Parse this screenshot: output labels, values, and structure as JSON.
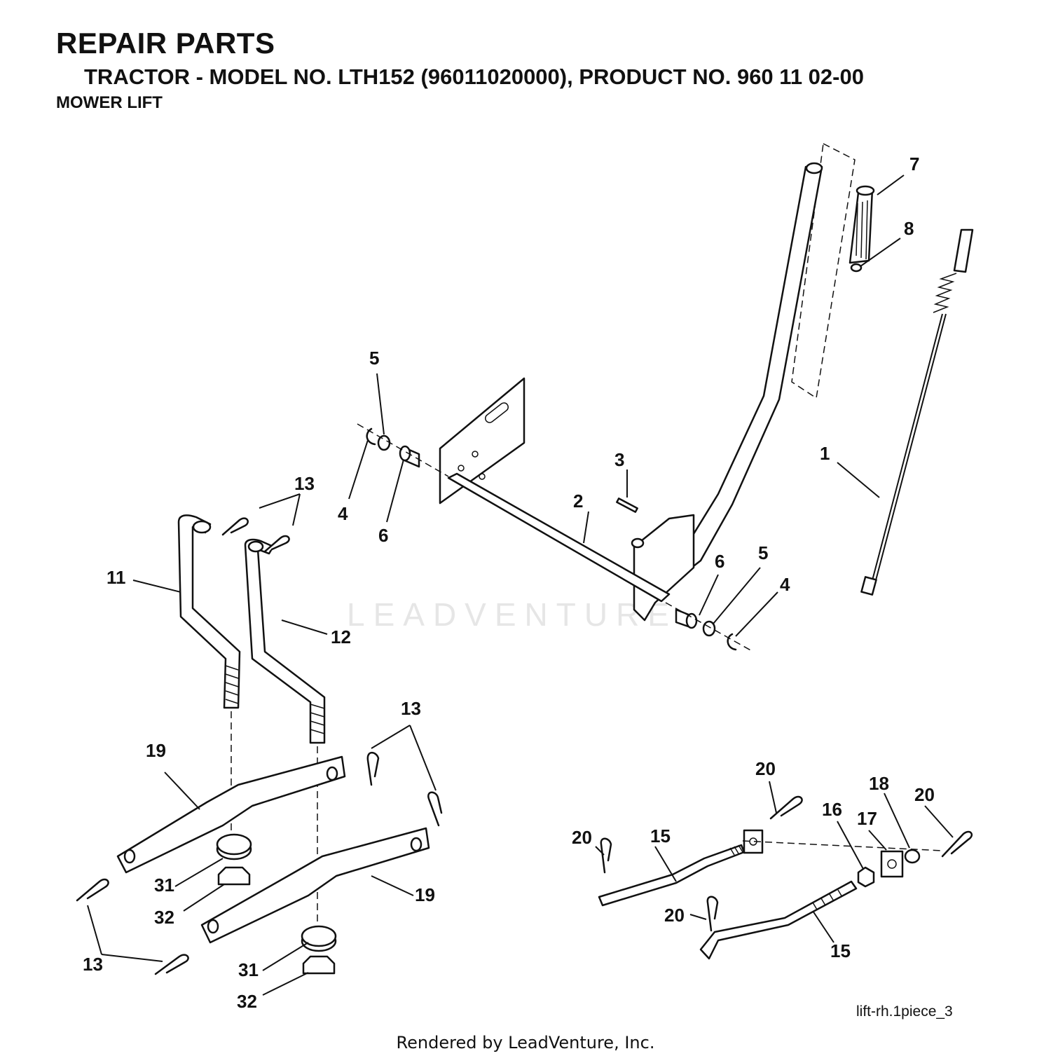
{
  "header": {
    "title": "REPAIR PARTS",
    "subtitle": "TRACTOR - MODEL NO. LTH152 (96011020000), PRODUCT NO. 960 11 02-00",
    "section": "MOWER LIFT"
  },
  "watermark": "LEADVENTURE",
  "callouts": {
    "c1": "1",
    "c2": "2",
    "c3": "3",
    "c4a": "4",
    "c4b": "4",
    "c5a": "5",
    "c5b": "5",
    "c6a": "6",
    "c6b": "6",
    "c7": "7",
    "c8": "8",
    "c11": "11",
    "c12": "12",
    "c13a": "13",
    "c13b": "13",
    "c13c": "13",
    "c15a": "15",
    "c15b": "15",
    "c16": "16",
    "c17": "17",
    "c18": "18",
    "c19a": "19",
    "c19b": "19",
    "c20a": "20",
    "c20b": "20",
    "c20c": "20",
    "c20d": "20",
    "c31a": "31",
    "c31b": "31",
    "c32a": "32",
    "c32b": "32"
  },
  "drawing_ref": "lift-rh.1piece_3",
  "footer": "Rendered by LeadVenture, Inc."
}
